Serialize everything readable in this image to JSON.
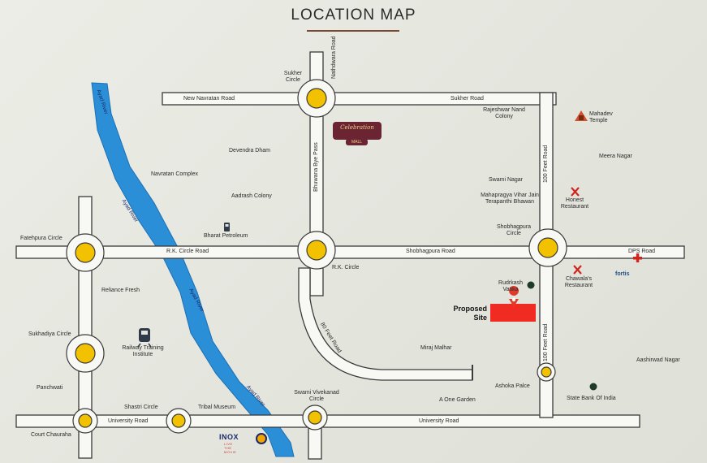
{
  "title": "LOCATION MAP",
  "roads": {
    "new_navratan": "New Navratan Road",
    "sukher": "Sukher Road",
    "rk_circle_road": "R.K. Circle Road",
    "shobhagpura": "Shobhagpura Road",
    "dps": "DPS Road",
    "university_left": "University Road",
    "university_right": "University Road",
    "bhuwana_bypass": "Bhuwana Bye Pass",
    "hundred_feet_top": "100 Feet Road",
    "hundred_feet_bottom": "100 Feet Road",
    "eighty_feet": "80 Feet Road",
    "nathdwara": "Nathdwara Road"
  },
  "circles": {
    "sukher": "Sukher Circle",
    "fatehpura": "Fatehpura Circle",
    "rk": "R.K. Circle",
    "shobhagpura": "Shobhagpura Circle",
    "sukhadiya": "Sukhadiya Circle",
    "shastri": "Shastri Circle",
    "swami_vivekanand": "Swami Vivekanad Circle",
    "court_chauraha": "Court Chauraha"
  },
  "places": {
    "rajeshwar": "Rajeshwar Nand Colony",
    "mahadev": "Mahadev Temple",
    "devendra": "Devendra Dham",
    "navratan": "Navratan Complex",
    "aadrash": "Aadrash Colony",
    "swami_nagar": "Swami Nagar",
    "mahapragya": "Mahapragya Vihar Jain Terapanthi Bhawan",
    "meera": "Meera Nagar",
    "honest": "Honest Restaurant",
    "bharat": "Bharat Petroleum",
    "reliance": "Reliance Fresh",
    "railway": "Railway Training Institute",
    "panchwati": "Panchwati",
    "tribal": "Tribal Museum",
    "rudrkash": "Rudrkash Vatika",
    "chawala": "Chawala's Restaurant",
    "miraj": "Miraj Malhar",
    "ashoka": "Ashoka Palce",
    "aashirwad": "Aashirwad Nagar",
    "sbi": "State Bank Of India",
    "one_garden": "A One Garden",
    "proposed_site": "Proposed Site"
  },
  "river_labels": [
    "Ayad River",
    "Ayad River",
    "Ayad River",
    "Ayad River"
  ],
  "brands": {
    "inox": "INOX",
    "inox_tag": "LIVE THE MOVIE",
    "fortis": "fortis",
    "celebration": "Celebration",
    "celebration_sub": "MALL"
  },
  "colors": {
    "road_fill": "#f8f8f4",
    "road_edge": "#3a3a3a",
    "river": "#2b8fd8",
    "circle": "#f2c100",
    "site": "#ef2b22",
    "accent": "#7a4a35"
  },
  "icons": [
    "location-pin-icon",
    "temple-icon",
    "restaurant-icon",
    "hospital-cross-icon",
    "fuel-pump-icon",
    "train-icon",
    "tree-icon",
    "bank-icon"
  ]
}
